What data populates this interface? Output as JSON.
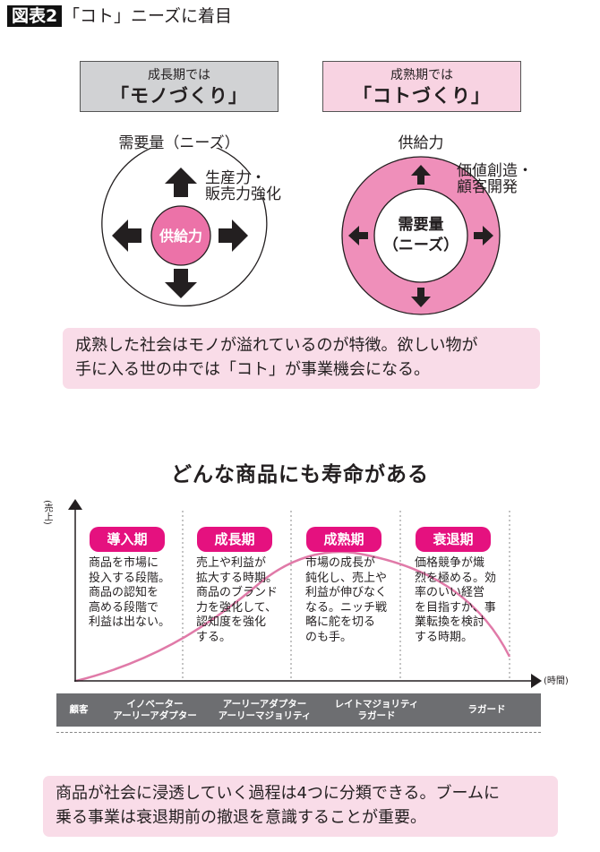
{
  "header": {
    "figure_label": "図表2",
    "title": "「コト」ニーズに着目"
  },
  "comparison": {
    "left": {
      "box_sub": "成長期では",
      "box_main": "「モノづくり」",
      "outer_label": "需要量（ニーズ）",
      "center_label": "供給力",
      "side_note_line1": "生産力・",
      "side_note_line2": "販売力強化"
    },
    "right": {
      "box_sub": "成熟期では",
      "box_main": "「コトづくり」",
      "outer_label": "供給力",
      "center_label_line1": "需要量",
      "center_label_line2": "（ニーズ）",
      "side_note_line1": "価値創造・",
      "side_note_line2": "顧客開発"
    },
    "note_line1": "成熟した社会はモノが溢れているのが特徴。欲しい物が",
    "note_line2": "手に入る世の中では「コト」が事業機会になる。"
  },
  "lifecycle": {
    "title": "どんな商品にも寿命がある",
    "y_axis_label": "(売上)",
    "x_axis_label": "(時間)",
    "phases": [
      {
        "name": "導入期",
        "desc": "商品を市場に\n投入する段階。\n商品の認知を\n高める段階で\n利益は出ない。"
      },
      {
        "name": "成長期",
        "desc": "売上や利益が\n拡大する時期。\n商品のブランド\n力を強化して、\n認知度を強化\nする。"
      },
      {
        "name": "成熟期",
        "desc": "市場の成長が\n鈍化し、売上や\n利益が伸びなく\nなる。ニッチ戦\n略に舵を切る\nのも手。"
      },
      {
        "name": "衰退期",
        "desc": "価格競争が熾\n烈を極める。効\n率のいい経営\nを目指すか、事\n業転換を検討\nする時期。"
      }
    ],
    "customers": {
      "header": "顧客",
      "cells": [
        "イノベーター\nアーリーアダプター",
        "アーリーアダプター\nアーリーマジョリティ",
        "レイトマジョリティ\nラガード",
        "ラガード"
      ]
    },
    "note_line1": "商品が社会に浸透していく過程は4つに分類できる。ブームに",
    "note_line2": "乗る事業は衰退期前の撤退を意識することが重要。"
  },
  "colors": {
    "accent_pink": "#e5117f",
    "circle_pink": "#ec72a8",
    "ring_pink": "#ef8fba",
    "note_bg": "#f9dce8",
    "gray_box": "#d1d2d4",
    "customer_bar": "#6d6e71",
    "curve": "#e07aa8"
  }
}
